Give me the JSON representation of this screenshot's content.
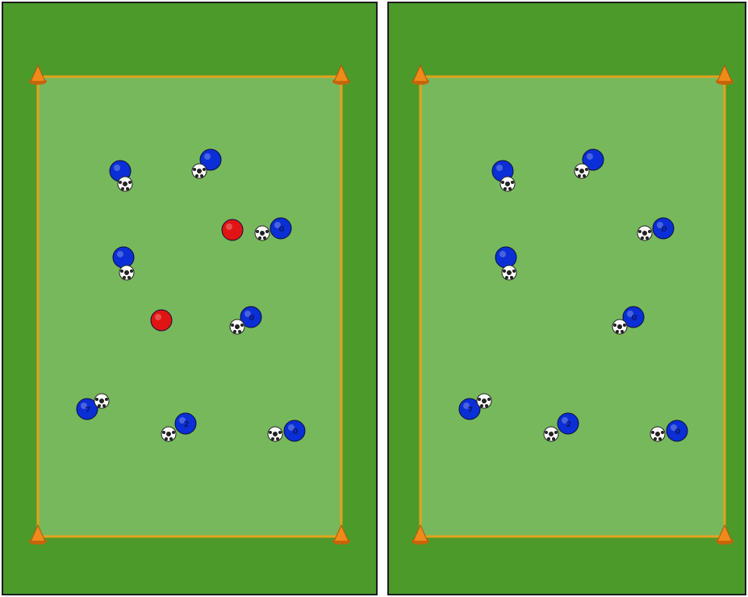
{
  "colors": {
    "grass": "#4c9a2a",
    "field": "#78b85d",
    "boundary": "#e3a21c",
    "cone": "#f08a1a",
    "player_blue": "#0a2fd6",
    "defender_red": "#e01414",
    "ball": "#ffffff"
  },
  "panels": [
    {
      "name": "with-defenders",
      "defender_count": 2,
      "attacker_count": 8,
      "jersey_numbers": [
        "",
        "",
        "0",
        "",
        "0",
        "7",
        "2",
        "0"
      ],
      "balls_per_attacker": 1,
      "cones": 4
    },
    {
      "name": "without-defenders",
      "defender_count": 0,
      "attacker_count": 8,
      "jersey_numbers": [
        "",
        "",
        "0",
        "",
        "0",
        "7",
        "2",
        "0"
      ],
      "balls_per_attacker": 1,
      "cones": 4
    }
  ],
  "icons": [
    "cone-icon",
    "player-icon",
    "defender-icon",
    "ball-icon"
  ]
}
